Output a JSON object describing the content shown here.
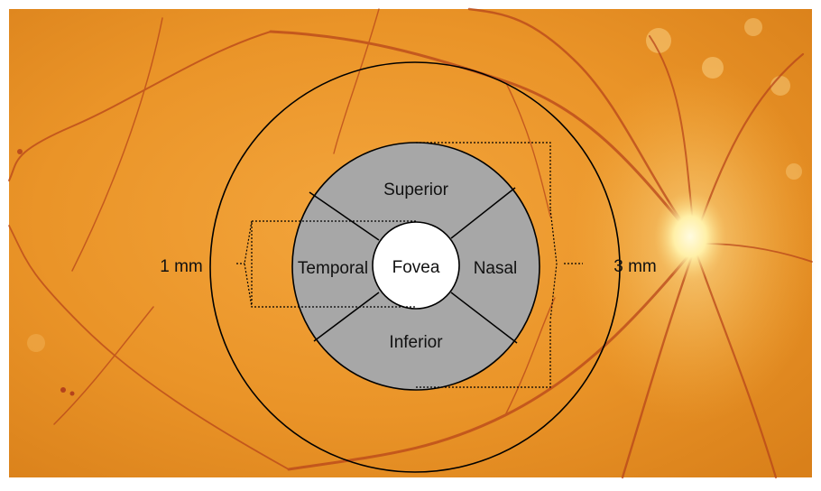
{
  "diagram": {
    "regions": {
      "center": "Fovea",
      "top": "Superior",
      "bottom": "Inferior",
      "left": "Temporal",
      "right": "Nasal"
    },
    "scale_labels": {
      "left": "1 mm",
      "right": "3 mm"
    },
    "colors": {
      "fundus_base": "#e98d1e",
      "fundus_light": "#f5b54a",
      "vessel": "#b03a14",
      "optic_disc": "#fff6c8",
      "sector_fill": "#a7a7a7",
      "fovea_fill": "#ffffff",
      "outline": "#000000"
    }
  }
}
